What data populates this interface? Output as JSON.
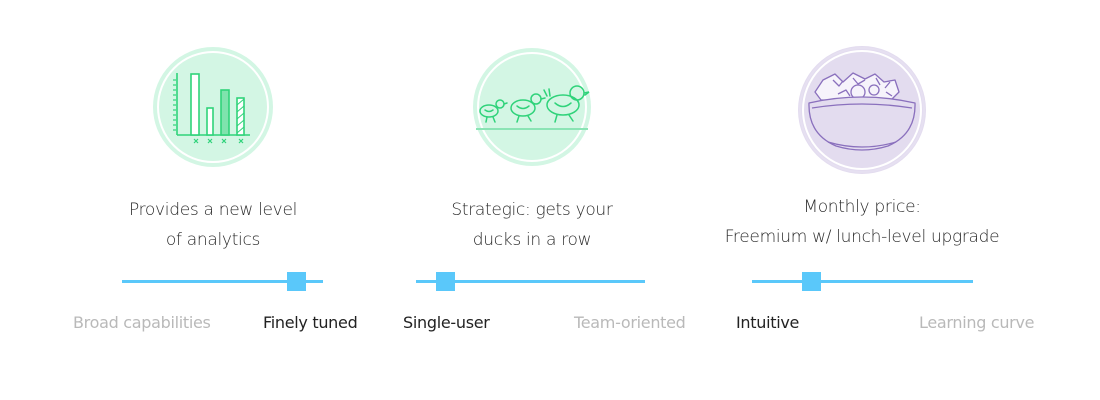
{
  "colors": {
    "slider": "#5ac8fa",
    "green_fill": "#d3f6e4",
    "green_stroke": "#2fd37a",
    "purple_fill": "#e3dcef",
    "purple_stroke": "#8a70bd",
    "label_active": "#222222",
    "label_inactive": "#b9b9b9"
  },
  "cards": [
    {
      "icon": "bar-chart-icon",
      "title_line1": "Provides a new level",
      "title_line2": "of analytics",
      "slider": {
        "value_pct": 88,
        "left_label": "Broad capabilities",
        "right_label": "Finely tuned",
        "active_side": "right"
      }
    },
    {
      "icon": "ducklings-icon",
      "title_line1": "Strategic: gets your",
      "title_line2": "ducks in a row",
      "slider": {
        "value_pct": 13,
        "left_label": "Single-user",
        "right_label": "Team-oriented",
        "active_side": "left"
      }
    },
    {
      "icon": "salad-bowl-icon",
      "title_line1": "Monthly price:",
      "title_line2": "Freemium w/ lunch-level upgrade",
      "slider": {
        "value_pct": 27,
        "left_label": "Intuitive",
        "right_label": "Learning curve",
        "active_side": "left"
      }
    }
  ]
}
